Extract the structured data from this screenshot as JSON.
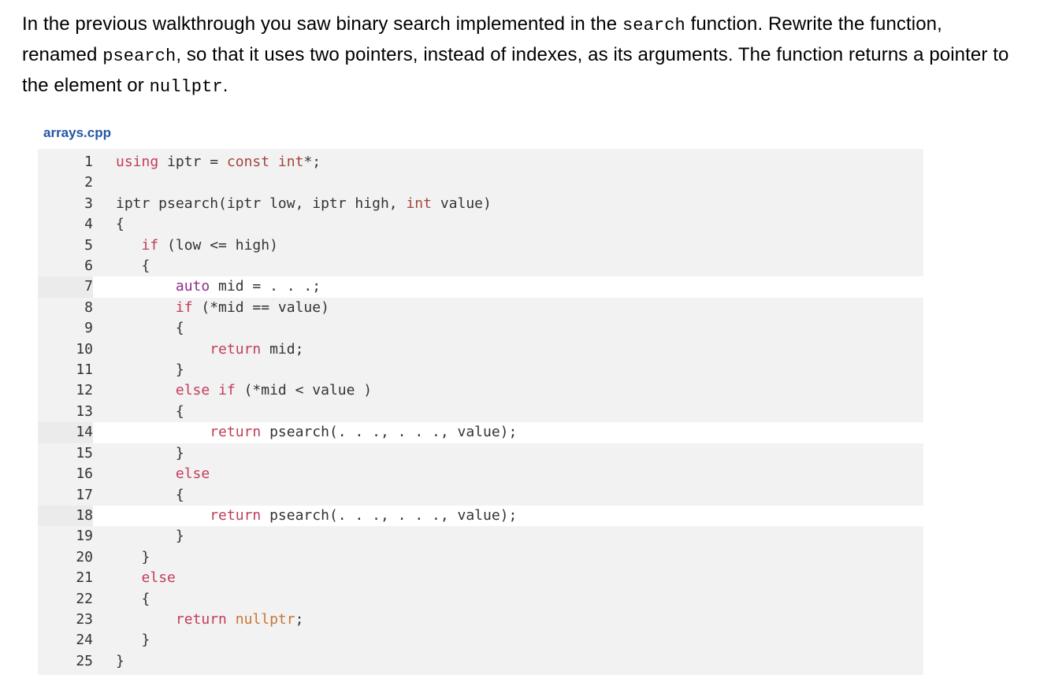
{
  "intro": {
    "segments": [
      {
        "mono": false,
        "t": "In the previous walkthrough you saw binary search implemented in the "
      },
      {
        "mono": true,
        "t": "search"
      },
      {
        "mono": false,
        "t": " function. Rewrite the function, renamed "
      },
      {
        "mono": true,
        "t": "psearch"
      },
      {
        "mono": false,
        "t": ", so that it uses two pointers, instead of indexes, as its arguments. The function returns a pointer to the element or "
      },
      {
        "mono": true,
        "t": "nullptr"
      },
      {
        "mono": false,
        "t": "."
      }
    ]
  },
  "file": {
    "name": "arrays.cpp"
  },
  "colors": {
    "file_label": "#2357a6",
    "block_bg": "#f2f2f2",
    "highlight_bg": "#ffffff",
    "highlight_gutter_bg": "#ebebeb",
    "gutter": "#333333",
    "plain": "#333333",
    "tokens": {
      "k": "#c13d59",
      "kt": "#a5443c",
      "kd": "#8c2d8c",
      "nl": "#c87533",
      "p": "#333333"
    }
  },
  "code": {
    "language": "cpp",
    "highlighted_lines": [
      7,
      14,
      18
    ],
    "lines": [
      {
        "n": 1,
        "hl": false,
        "tokens": [
          [
            "k",
            "using"
          ],
          [
            "p",
            " iptr = "
          ],
          [
            "kt",
            "const"
          ],
          [
            "p",
            " "
          ],
          [
            "kt",
            "int"
          ],
          [
            "p",
            "*;"
          ]
        ]
      },
      {
        "n": 2,
        "hl": false,
        "tokens": []
      },
      {
        "n": 3,
        "hl": false,
        "tokens": [
          [
            "p",
            "iptr psearch(iptr low, iptr high, "
          ],
          [
            "kt",
            "int"
          ],
          [
            "p",
            " value)"
          ]
        ]
      },
      {
        "n": 4,
        "hl": false,
        "tokens": [
          [
            "p",
            "{"
          ]
        ]
      },
      {
        "n": 5,
        "hl": false,
        "tokens": [
          [
            "p",
            "   "
          ],
          [
            "k",
            "if"
          ],
          [
            "p",
            " (low <= high)"
          ]
        ]
      },
      {
        "n": 6,
        "hl": false,
        "tokens": [
          [
            "p",
            "   {"
          ]
        ]
      },
      {
        "n": 7,
        "hl": true,
        "tokens": [
          [
            "p",
            "       "
          ],
          [
            "kd",
            "auto"
          ],
          [
            "p",
            " mid = . . .;"
          ]
        ]
      },
      {
        "n": 8,
        "hl": false,
        "tokens": [
          [
            "p",
            "       "
          ],
          [
            "k",
            "if"
          ],
          [
            "p",
            " (*mid == value)"
          ]
        ]
      },
      {
        "n": 9,
        "hl": false,
        "tokens": [
          [
            "p",
            "       {"
          ]
        ]
      },
      {
        "n": 10,
        "hl": false,
        "tokens": [
          [
            "p",
            "           "
          ],
          [
            "k",
            "return"
          ],
          [
            "p",
            " mid;"
          ]
        ]
      },
      {
        "n": 11,
        "hl": false,
        "tokens": [
          [
            "p",
            "       }"
          ]
        ]
      },
      {
        "n": 12,
        "hl": false,
        "tokens": [
          [
            "p",
            "       "
          ],
          [
            "k",
            "else"
          ],
          [
            "p",
            " "
          ],
          [
            "k",
            "if"
          ],
          [
            "p",
            " (*mid < value )"
          ]
        ]
      },
      {
        "n": 13,
        "hl": false,
        "tokens": [
          [
            "p",
            "       {"
          ]
        ]
      },
      {
        "n": 14,
        "hl": true,
        "tokens": [
          [
            "p",
            "           "
          ],
          [
            "k",
            "return"
          ],
          [
            "p",
            " psearch(. . ., . . ., value);"
          ]
        ]
      },
      {
        "n": 15,
        "hl": false,
        "tokens": [
          [
            "p",
            "       }"
          ]
        ]
      },
      {
        "n": 16,
        "hl": false,
        "tokens": [
          [
            "p",
            "       "
          ],
          [
            "k",
            "else"
          ]
        ]
      },
      {
        "n": 17,
        "hl": false,
        "tokens": [
          [
            "p",
            "       {"
          ]
        ]
      },
      {
        "n": 18,
        "hl": true,
        "tokens": [
          [
            "p",
            "           "
          ],
          [
            "k",
            "return"
          ],
          [
            "p",
            " psearch(. . ., . . ., value);"
          ]
        ]
      },
      {
        "n": 19,
        "hl": false,
        "tokens": [
          [
            "p",
            "       }"
          ]
        ]
      },
      {
        "n": 20,
        "hl": false,
        "tokens": [
          [
            "p",
            "   }"
          ]
        ]
      },
      {
        "n": 21,
        "hl": false,
        "tokens": [
          [
            "p",
            "   "
          ],
          [
            "k",
            "else"
          ]
        ]
      },
      {
        "n": 22,
        "hl": false,
        "tokens": [
          [
            "p",
            "   {"
          ]
        ]
      },
      {
        "n": 23,
        "hl": false,
        "tokens": [
          [
            "p",
            "       "
          ],
          [
            "k",
            "return"
          ],
          [
            "p",
            " "
          ],
          [
            "nl",
            "nullptr"
          ],
          [
            "p",
            ";"
          ]
        ]
      },
      {
        "n": 24,
        "hl": false,
        "tokens": [
          [
            "p",
            "   }"
          ]
        ]
      },
      {
        "n": 25,
        "hl": false,
        "tokens": [
          [
            "p",
            "}"
          ]
        ]
      }
    ]
  }
}
